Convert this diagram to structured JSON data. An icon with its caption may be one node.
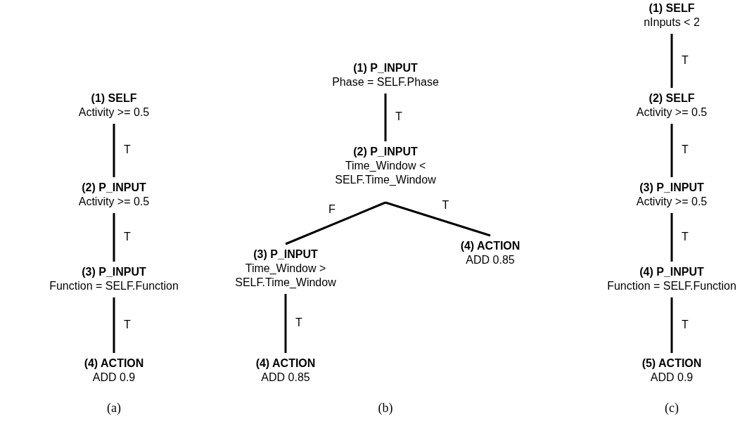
{
  "diagram": {
    "nodes": [
      {
        "text": [
          "(1) SELF",
          "Activity >= 0.5"
        ]
      },
      {
        "text": [
          "(2) P_INPUT",
          "Activity >= 0.5"
        ]
      },
      {
        "text": [
          "(3) P_INPUT",
          "Function = SELF.Function"
        ]
      },
      {
        "text": [
          "(4) ACTION",
          "ADD 0.9"
        ]
      },
      {
        "text": [
          "(1) P_INPUT",
          "Phase = SELF.Phase"
        ]
      },
      {
        "text": [
          "(2) P_INPUT",
          "Time_Window < SELF.Time_Window"
        ]
      },
      {
        "text": [
          "(3) P_INPUT",
          "Time_Window > SELF.Time_Window"
        ]
      },
      {
        "text": [
          "(4) ACTION",
          "ADD 0.85"
        ]
      },
      {
        "text": [
          "(4) ACTION",
          "ADD 0.85"
        ]
      },
      {
        "text": [
          "(1) SELF",
          "nInputs < 2"
        ]
      },
      {
        "text": [
          "(2) SELF",
          "Activity >= 0.5"
        ]
      },
      {
        "text": [
          "(3) P_INPUT",
          "Activity >= 0.5"
        ]
      },
      {
        "text": [
          "(4) P_INPUT",
          "Function = SELF.Function"
        ]
      },
      {
        "text": [
          "(5) ACTION",
          "ADD 0.9"
        ]
      }
    ],
    "edges": [
      {
        "from": 0,
        "to": 1,
        "arrow": "none",
        "label": "T"
      },
      {
        "from": 1,
        "to": 2,
        "arrow": "none",
        "label": "T"
      },
      {
        "from": 2,
        "to": 3,
        "arrow": "none",
        "label": "T"
      },
      {
        "from": 4,
        "to": 5,
        "arrow": "none",
        "label": "T"
      },
      {
        "from": 5,
        "to": 6,
        "arrow": "none",
        "label": "F"
      },
      {
        "from": 5,
        "to": 7,
        "arrow": "none",
        "label": "T"
      },
      {
        "from": 6,
        "to": 8,
        "arrow": "none",
        "label": "T"
      },
      {
        "from": 9,
        "to": 10,
        "arrow": "none",
        "label": "T"
      },
      {
        "from": 10,
        "to": 11,
        "arrow": "none",
        "label": "T"
      },
      {
        "from": 11,
        "to": 12,
        "arrow": "none",
        "label": "T"
      },
      {
        "from": 12,
        "to": 13,
        "arrow": "none",
        "label": "T"
      }
    ],
    "labels": [
      "(a)",
      "(b)",
      "(c)"
    ]
  }
}
